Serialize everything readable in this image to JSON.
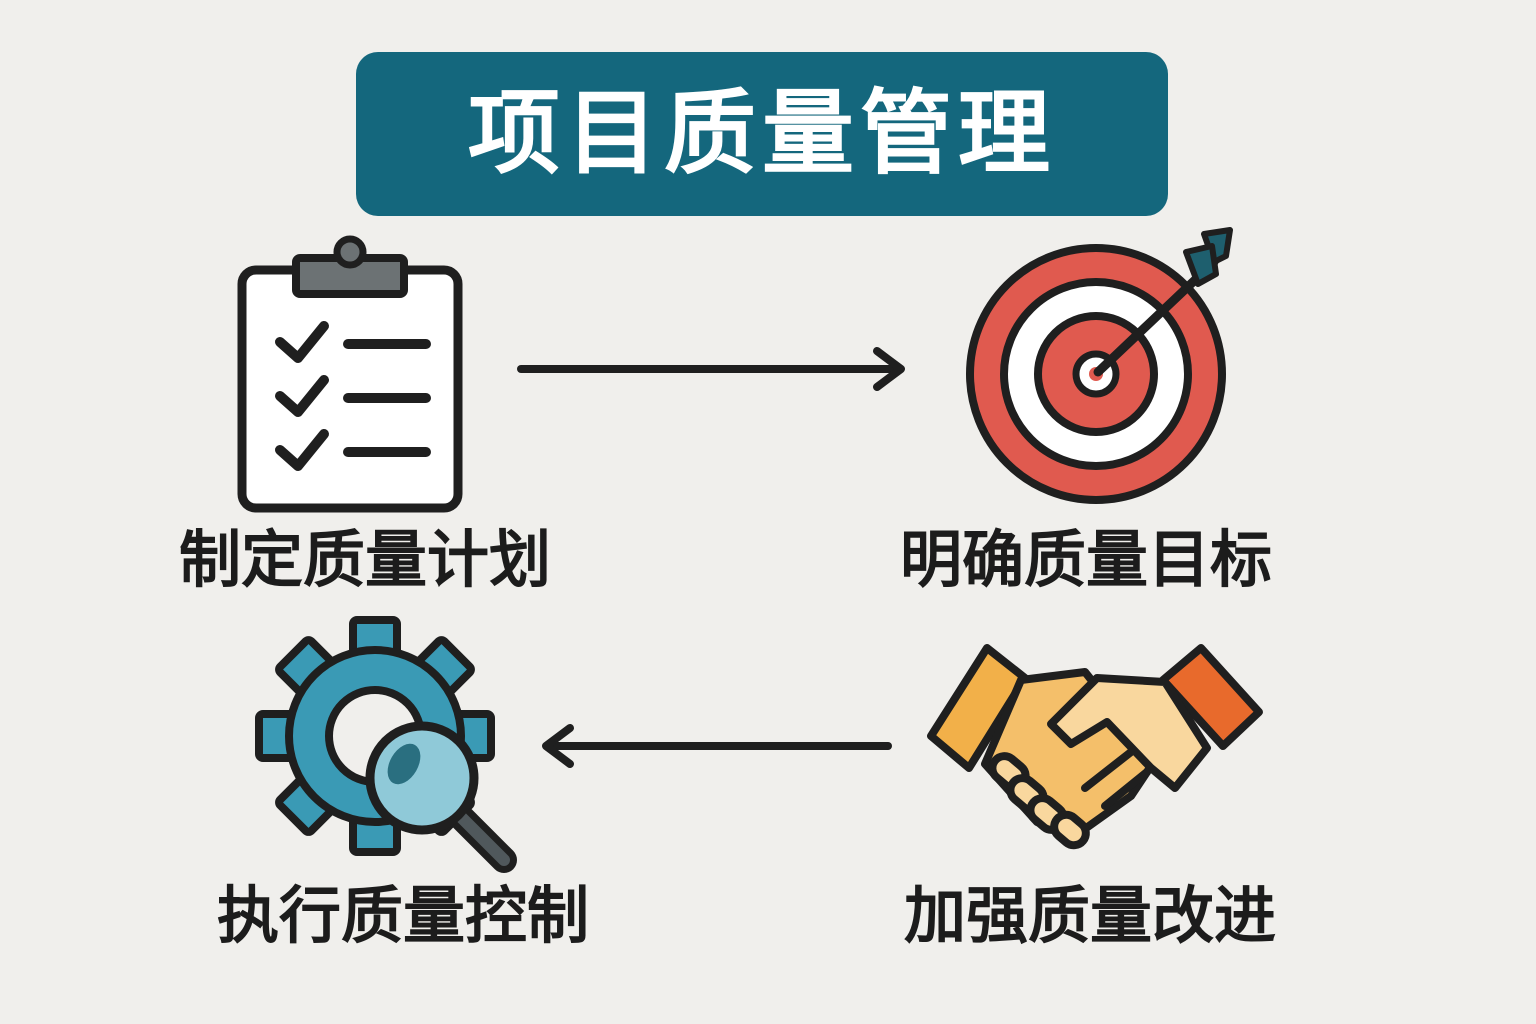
{
  "title": "项目质量管理",
  "steps": [
    {
      "label": "制定质量计划",
      "icon": "clipboard-checklist-icon"
    },
    {
      "label": "明确质量目标",
      "icon": "target-arrow-icon"
    },
    {
      "label": "执行质量控制",
      "icon": "gear-magnifier-icon"
    },
    {
      "label": "加强质量改进",
      "icon": "handshake-icon"
    }
  ],
  "colors": {
    "banner": "#14677d",
    "background": "#f0efec",
    "target_red": "#e05a4f",
    "gear_blue": "#3a9ab5",
    "handshake_orange": "#f2a95a"
  }
}
